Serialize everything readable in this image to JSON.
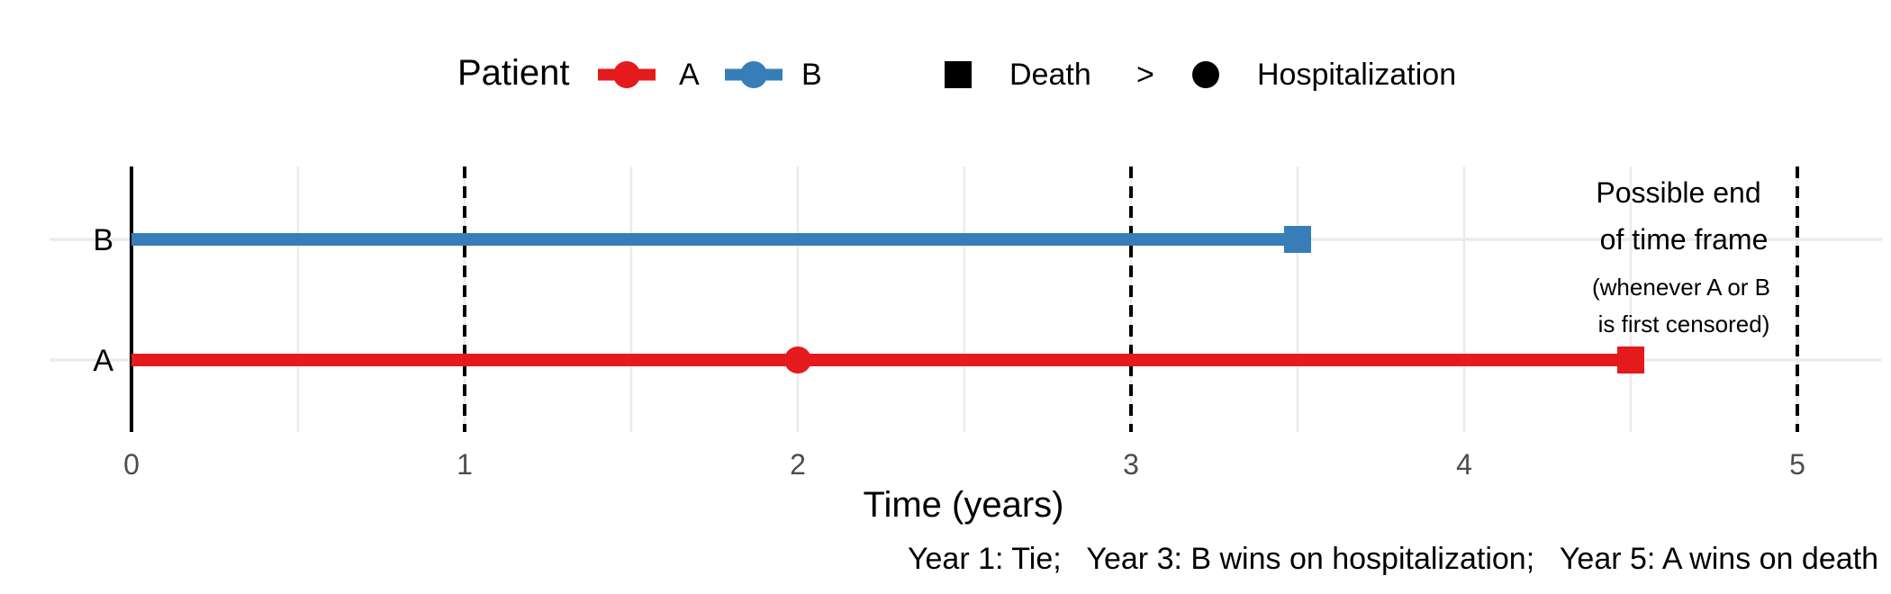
{
  "chart_data": {
    "type": "line",
    "title": "",
    "xlabel": "Time (years)",
    "ylabel": "",
    "xlim": [
      0,
      5
    ],
    "x_ticks": [
      "0",
      "1",
      "2",
      "3",
      "4",
      "5"
    ],
    "categories": [
      "A",
      "B"
    ],
    "grid": true,
    "legend_position": "top",
    "legend": {
      "title": "Patient",
      "patients": [
        {
          "label": "A",
          "color": "#E41A1C"
        },
        {
          "label": "B",
          "color": "#377EB8"
        }
      ],
      "shapes": [
        {
          "label": "Death",
          "shape": "square"
        },
        {
          "label": ">",
          "shape": "none"
        },
        {
          "label": "Hospitalization",
          "shape": "circle"
        }
      ]
    },
    "series": [
      {
        "name": "A",
        "color": "#E41A1C",
        "start": 0,
        "end": 4.5,
        "events": [
          {
            "x": 2,
            "type": "Hospitalization"
          },
          {
            "x": 4.5,
            "type": "Death"
          }
        ]
      },
      {
        "name": "B",
        "color": "#377EB8",
        "start": 0,
        "end": 3.5,
        "events": [
          {
            "x": 3.5,
            "type": "Death"
          }
        ]
      }
    ],
    "reference_lines": [
      1,
      3,
      5
    ],
    "annotations": {
      "end_main": [
        "Possible end",
        "of time frame"
      ],
      "end_detail": [
        "(whenever A or B",
        "is first censored)"
      ]
    },
    "caption": "Year 1: Tie;   Year 3: B wins on hospitalization;   Year 5: A wins on death"
  }
}
